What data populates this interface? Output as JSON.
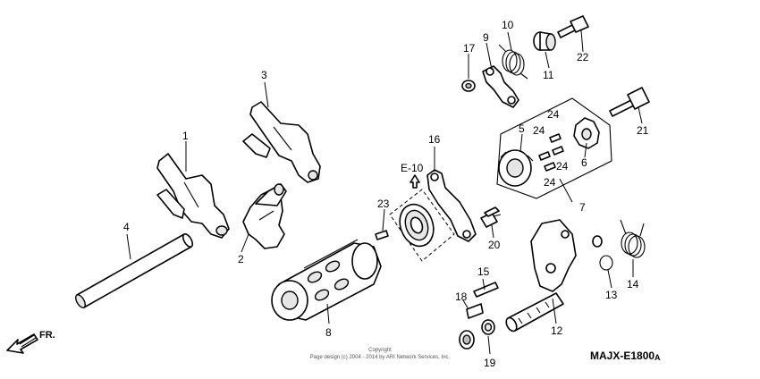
{
  "callouts": {
    "c1": "1",
    "c2": "2",
    "c3": "3",
    "c4": "4",
    "c5": "5",
    "c6": "6",
    "c7": "7",
    "c8": "8",
    "c9": "9",
    "c10": "10",
    "c11": "11",
    "c12": "12",
    "c13": "13",
    "c14": "14",
    "c15": "15",
    "c16": "16",
    "c17": "17",
    "c18": "18",
    "c19": "19",
    "c20": "20",
    "c21": "21",
    "c22": "22",
    "c23": "23",
    "c24a": "24",
    "c24b": "24",
    "c24c": "24",
    "c24d": "24"
  },
  "reference": {
    "label": "E-10"
  },
  "direction": {
    "label": "FR."
  },
  "diagram_code": {
    "main": "MAJX-E1800",
    "suffix": "A"
  },
  "copyright": {
    "line1": "Copyright",
    "line2": "Page design (c) 2004 - 2014 by ARI Network Services, Inc."
  },
  "colors": {
    "line": "#000000",
    "background": "#ffffff",
    "shade": "#e6e6e6"
  }
}
